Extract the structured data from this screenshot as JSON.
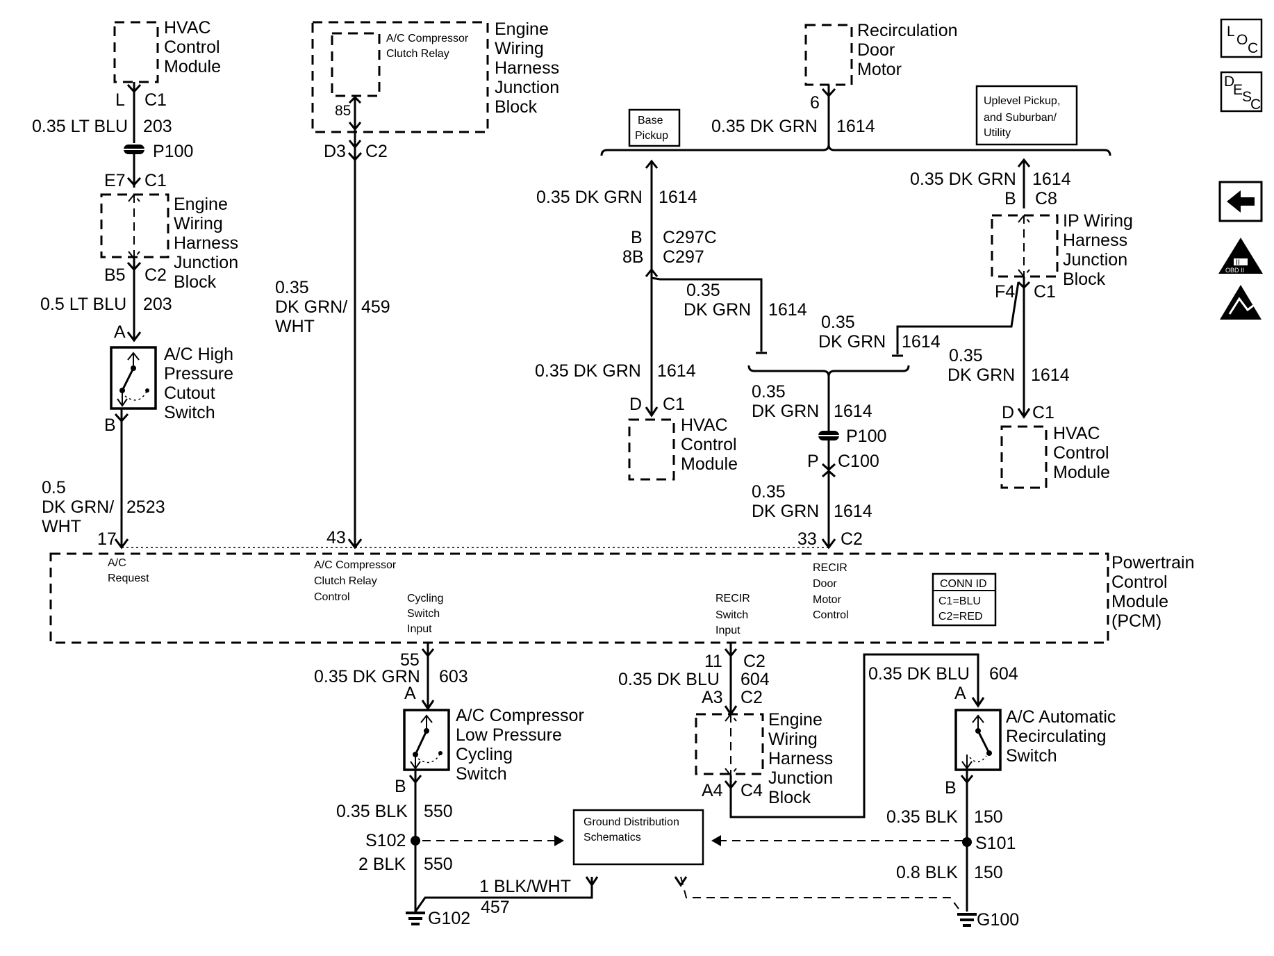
{
  "nav": {
    "loc_button": {
      "l": "L",
      "o": "O",
      "c": "C"
    },
    "desc_button": {
      "d": "D",
      "e": "E",
      "s": "S",
      "c": "C"
    },
    "back_icon": "left-arrow-icon",
    "obd_badge": {
      "roman": "II",
      "text": "OBD II"
    },
    "esd_icon": "esd-warning-icon"
  },
  "components": {
    "hvac_left": [
      "HVAC",
      "Control",
      "Module"
    ],
    "ac_relay_block": [
      "Engine",
      "Wiring",
      "Harness",
      "Junction",
      "Block"
    ],
    "ac_relay": [
      "A/C Compressor",
      "Clutch Relay"
    ],
    "recirc_motor": [
      "Recirculation",
      "Door",
      "Motor"
    ],
    "ewh_left": [
      "Engine",
      "Wiring",
      "Harness",
      "Junction",
      "Block"
    ],
    "hp_switch": [
      "A/C High",
      "Pressure",
      "Cutout",
      "Switch"
    ],
    "base_pickup": [
      "Base",
      "Pickup"
    ],
    "uplevel": [
      "Uplevel Pickup,",
      "and Suburban/",
      "Utility"
    ],
    "ip_wiring": [
      "IP Wiring",
      "Harness",
      "Junction",
      "Block"
    ],
    "hvac_mid": [
      "HVAC",
      "Control",
      "Module"
    ],
    "hvac_right": [
      "HVAC",
      "Control",
      "Module"
    ],
    "pcm": [
      "Powertrain",
      "Control",
      "Module",
      "(PCM)"
    ],
    "conn_id": [
      "CONN ID",
      "C1=BLU",
      "C2=RED"
    ],
    "lp_switch": [
      "A/C Compressor",
      "Low Pressure",
      "Cycling",
      "Switch"
    ],
    "ewh_bottom": [
      "Engine",
      "Wiring",
      "Harness",
      "Junction",
      "Block"
    ],
    "auto_recirc": [
      "A/C Automatic",
      "Recirculating",
      "Switch"
    ],
    "ground_dist": [
      "Ground Distribution",
      "Schematics"
    ]
  },
  "pcm_pins": {
    "ac_request": [
      "A/C",
      "Request"
    ],
    "relay_control": [
      "A/C Compressor",
      "Clutch Relay",
      "Control"
    ],
    "cycling_input": [
      "Cycling",
      "Switch",
      "Input"
    ],
    "recir_input": [
      "RECIR",
      "Switch",
      "Input"
    ],
    "recir_motor_control": [
      "RECIR",
      "Door",
      "Motor",
      "Control"
    ]
  },
  "labels": {
    "L": "L",
    "C1": "C1",
    "C2": "C2",
    "C4": "C4",
    "C8": "C8",
    "w035ltblu": "0.35 LT BLU",
    "n203": "203",
    "P100": "P100",
    "E7": "E7",
    "B5": "B5",
    "w05ltblu": "0.5 LT BLU",
    "A": "A",
    "B": "B",
    "D": "D",
    "P": "P",
    "F4": "F4",
    "A3": "A3",
    "A4": "A4",
    "w05": "0.5",
    "dkgrnwht": "DK GRN/",
    "wht": "WHT",
    "n2523": "2523",
    "n17": "17",
    "n85": "85",
    "D3": "D3",
    "w035": "0.35",
    "n459": "459",
    "n43": "43",
    "n6": "6",
    "w035dkgrn": "0.35 DK GRN",
    "n1614": "1614",
    "dkgrn": "DK GRN",
    "C297C": "C297C",
    "n8B": "8B",
    "C297": "C297",
    "C100": "C100",
    "n33": "33",
    "n55": "55",
    "n603": "603",
    "n11": "11",
    "w035dkblu": "0.35 DK BLU",
    "n604": "604",
    "w035blk": "0.35 BLK",
    "n550": "550",
    "S102": "S102",
    "w2blk": "2 BLK",
    "w1blkwht": "1 BLK/WHT",
    "n457": "457",
    "G102": "G102",
    "n150": "150",
    "S101": "S101",
    "w08blk": "0.8 BLK",
    "G100": "G100"
  }
}
